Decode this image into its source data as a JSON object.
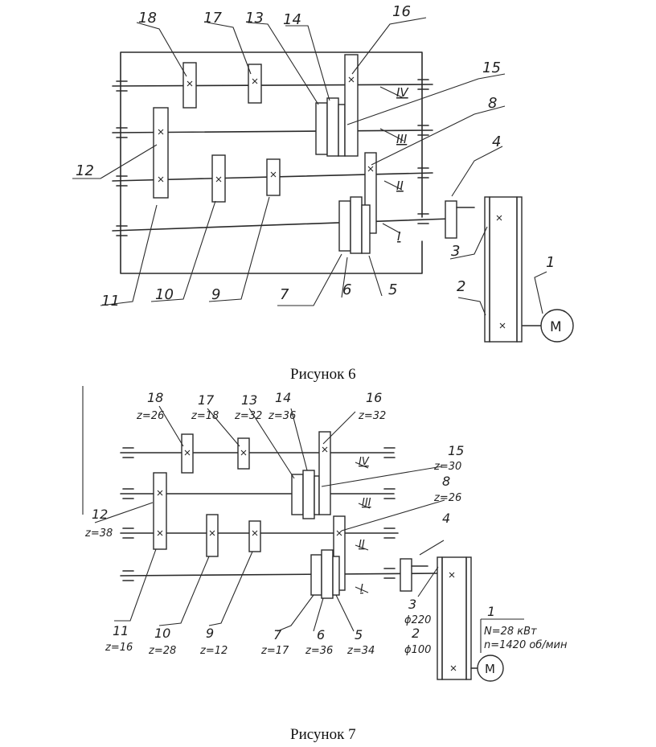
{
  "figure6": {
    "caption": "Рисунок 6",
    "labels": {
      "n1": "1",
      "n2": "2",
      "n3": "3",
      "n4": "4",
      "n5": "5",
      "n6": "6",
      "n7": "7",
      "n8": "8",
      "n9": "9",
      "n10": "10",
      "n11": "11",
      "n12": "12",
      "n13": "13",
      "n14": "14",
      "n15": "15",
      "n16": "16",
      "n17": "17",
      "n18": "18"
    },
    "shafts": {
      "s1": "I",
      "s2": "II",
      "s3": "III",
      "s4": "IV"
    },
    "motor": "M"
  },
  "figure7": {
    "caption": "Рисунок 7",
    "labels": {
      "n1": "1",
      "n2": "2",
      "n3": "3",
      "n4": "4",
      "n5": "5",
      "n6": "6",
      "n7": "7",
      "n8": "8",
      "n9": "9",
      "n10": "10",
      "n11": "11",
      "n12": "12",
      "n13": "13",
      "n14": "14",
      "n15": "15",
      "n16": "16",
      "n17": "17",
      "n18": "18"
    },
    "teeth": {
      "g18": "z=26",
      "g17": "z=18",
      "g13": "z=32",
      "g14": "z=36",
      "g16": "z=32",
      "g15": "z=30",
      "g8": "z=26",
      "g12": "z=38",
      "g11": "z=16",
      "g10": "z=28",
      "g9": "z=12",
      "g7": "z=17",
      "g6": "z=36",
      "g5": "z=34"
    },
    "pulleys": {
      "p3": "ϕ220",
      "p2": "ϕ100"
    },
    "motor_spec": {
      "power": "N=28 кВт",
      "speed": "n=1420 об/мин"
    },
    "shafts": {
      "s1": "I",
      "s2": "II",
      "s3": "III",
      "s4": "IV"
    },
    "motor": "M"
  }
}
